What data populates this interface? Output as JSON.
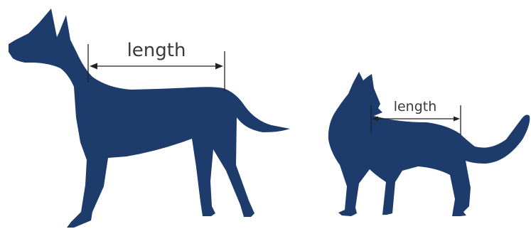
{
  "figures": [
    {
      "animal": "dog",
      "color": "#1d3b6b",
      "measure_label": "length"
    },
    {
      "animal": "cat",
      "color": "#1d3b6b",
      "measure_label": "length"
    }
  ],
  "colors": {
    "silhouette": "#1d3b6b",
    "annotation": "#222222",
    "label": "#3a3a3a",
    "background": "#ffffff"
  }
}
